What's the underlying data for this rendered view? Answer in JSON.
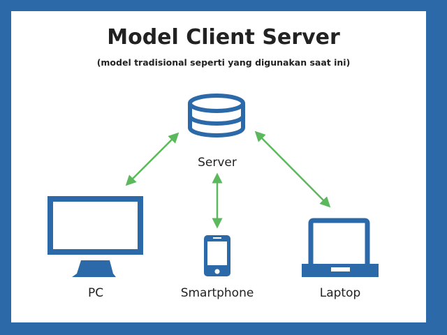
{
  "title": "Model Client Server",
  "subtitle": "(model tradisional seperti yang digunakan saat ini)",
  "colors": {
    "frame": "#2b69a8",
    "icon": "#2b69a8",
    "arrow": "#5cb85c",
    "text": "#222222"
  },
  "nodes": {
    "server": {
      "label": "Server",
      "icon": "database-icon"
    },
    "pc": {
      "label": "PC",
      "icon": "monitor-icon"
    },
    "smartphone": {
      "label": "Smartphone",
      "icon": "smartphone-icon"
    },
    "laptop": {
      "label": "Laptop",
      "icon": "laptop-icon"
    }
  },
  "connections": [
    {
      "from": "server",
      "to": "pc",
      "type": "bidirectional"
    },
    {
      "from": "server",
      "to": "smartphone",
      "type": "bidirectional"
    },
    {
      "from": "server",
      "to": "laptop",
      "type": "bidirectional"
    }
  ]
}
